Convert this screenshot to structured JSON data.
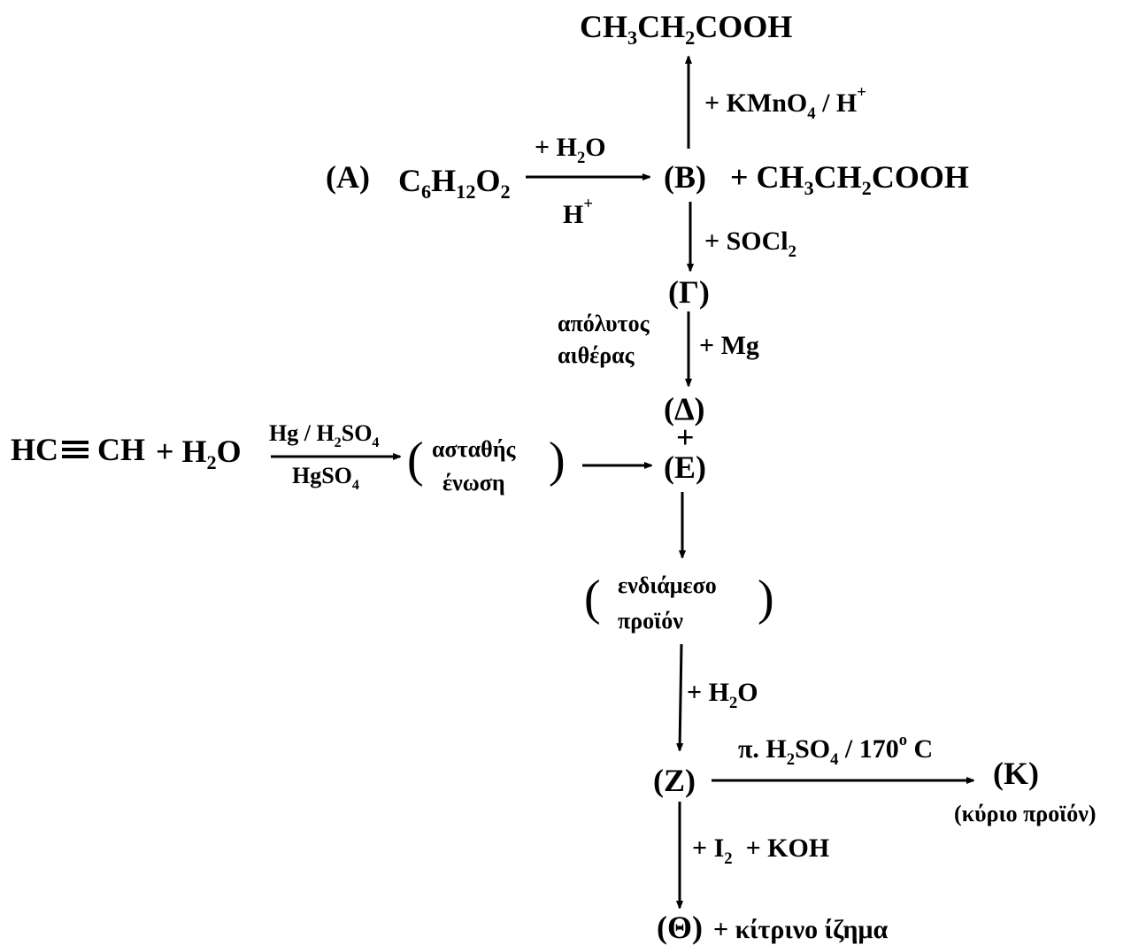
{
  "compounds": {
    "A_label": "(A)",
    "A_formula": [
      "C",
      "6",
      "H",
      "12",
      "O",
      "2"
    ],
    "B_label": "(B)",
    "B_side": [
      "+ CH",
      "3",
      "CH",
      "2",
      "COOH"
    ],
    "top_acid": [
      "CH",
      "3",
      "CH",
      "2",
      "COOH"
    ],
    "G_label": "(Γ)",
    "D_label": "(Δ)",
    "plus_sign": "+",
    "E_label": "(E)",
    "Z_label": "(Z)",
    "K_label": "(K)",
    "K_note": "(κύριο προϊόν)",
    "Theta_label": "(Θ)",
    "Theta_side": "+ κίτρινο ίζημα",
    "acetylene": "HC",
    "acetylene_end": "CH",
    "water": [
      "+ H",
      "2",
      "O"
    ],
    "unstable_line1": "ασταθής",
    "unstable_line2": "ένωση",
    "intermediate_line1": "ενδιάμεσο",
    "intermediate_line2": "προϊόν",
    "paren_open": "(",
    "paren_close": ")"
  },
  "reagents": {
    "hydrolysis_top": [
      "+ H",
      "2",
      "O"
    ],
    "hydrolysis_bottom": [
      "H",
      "+"
    ],
    "oxidation": [
      "+ KMnO",
      "4",
      " / H",
      "+"
    ],
    "socl2": [
      "+ SOCl",
      "2"
    ],
    "mg": "+ Mg",
    "ether_line1": "απόλυτος",
    "ether_line2": "αιθέρας",
    "hydration_top": [
      "Hg / H",
      "2",
      "SO",
      "4"
    ],
    "hydration_bottom": [
      "HgSO",
      "4"
    ],
    "water_add": [
      "+ H",
      "2",
      "O"
    ],
    "dehydration": [
      "π. H",
      "2",
      "SO",
      "4",
      " / 170",
      "o",
      " C"
    ],
    "iodoform": [
      "+ I",
      "2",
      "  + KOH"
    ]
  }
}
